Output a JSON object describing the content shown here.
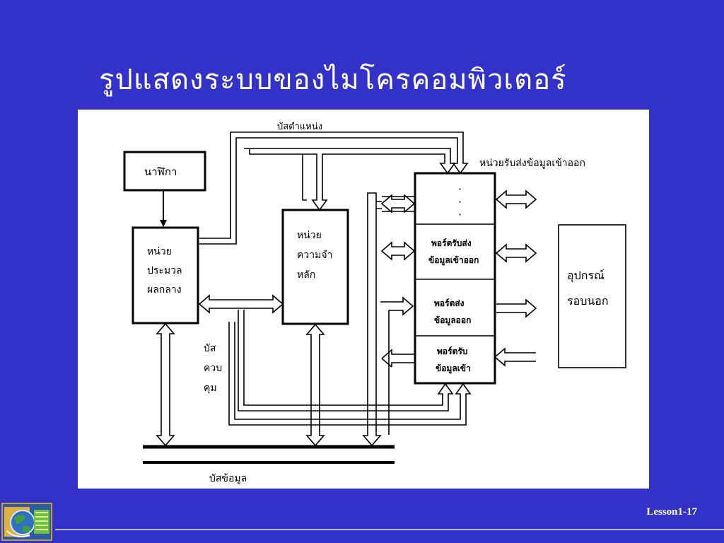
{
  "slide": {
    "title": "รูปแสดงระบบของไมโครคอมพิวเตอร์",
    "slide_number": "Lesson1-17",
    "colors": {
      "background": "#3232c8",
      "panel": "#ffffff",
      "ink": "#000000",
      "footer_line": "#b8b8ff"
    }
  },
  "diagram": {
    "labels": {
      "address_bus": "บัสตำแหน่ง",
      "io_unit": "หน่วยรับส่งข้อมูลเข้าออก",
      "data_bus": "บัสข้อมูล",
      "control_bus": [
        "บัส",
        "ควบ",
        "คุม"
      ],
      "dots": "·"
    },
    "blocks": {
      "clock": "นาฬิกา",
      "cpu": [
        "หน่วย",
        "ประมวล",
        "ผลกลาง"
      ],
      "memory": [
        "หน่วย",
        "ความจำ",
        "หลัก"
      ],
      "io_port_1": [
        "พอร์ตรับส่ง",
        "ข้อมูลเข้าออก"
      ],
      "io_port_2": [
        "พอร์ตส่ง",
        "ข้อมูลออก"
      ],
      "io_port_3": [
        "พอร์ตรับ",
        "ข้อมูลเข้า"
      ],
      "peripheral": [
        "อุปกรณ์",
        "รอบนอก"
      ]
    }
  }
}
